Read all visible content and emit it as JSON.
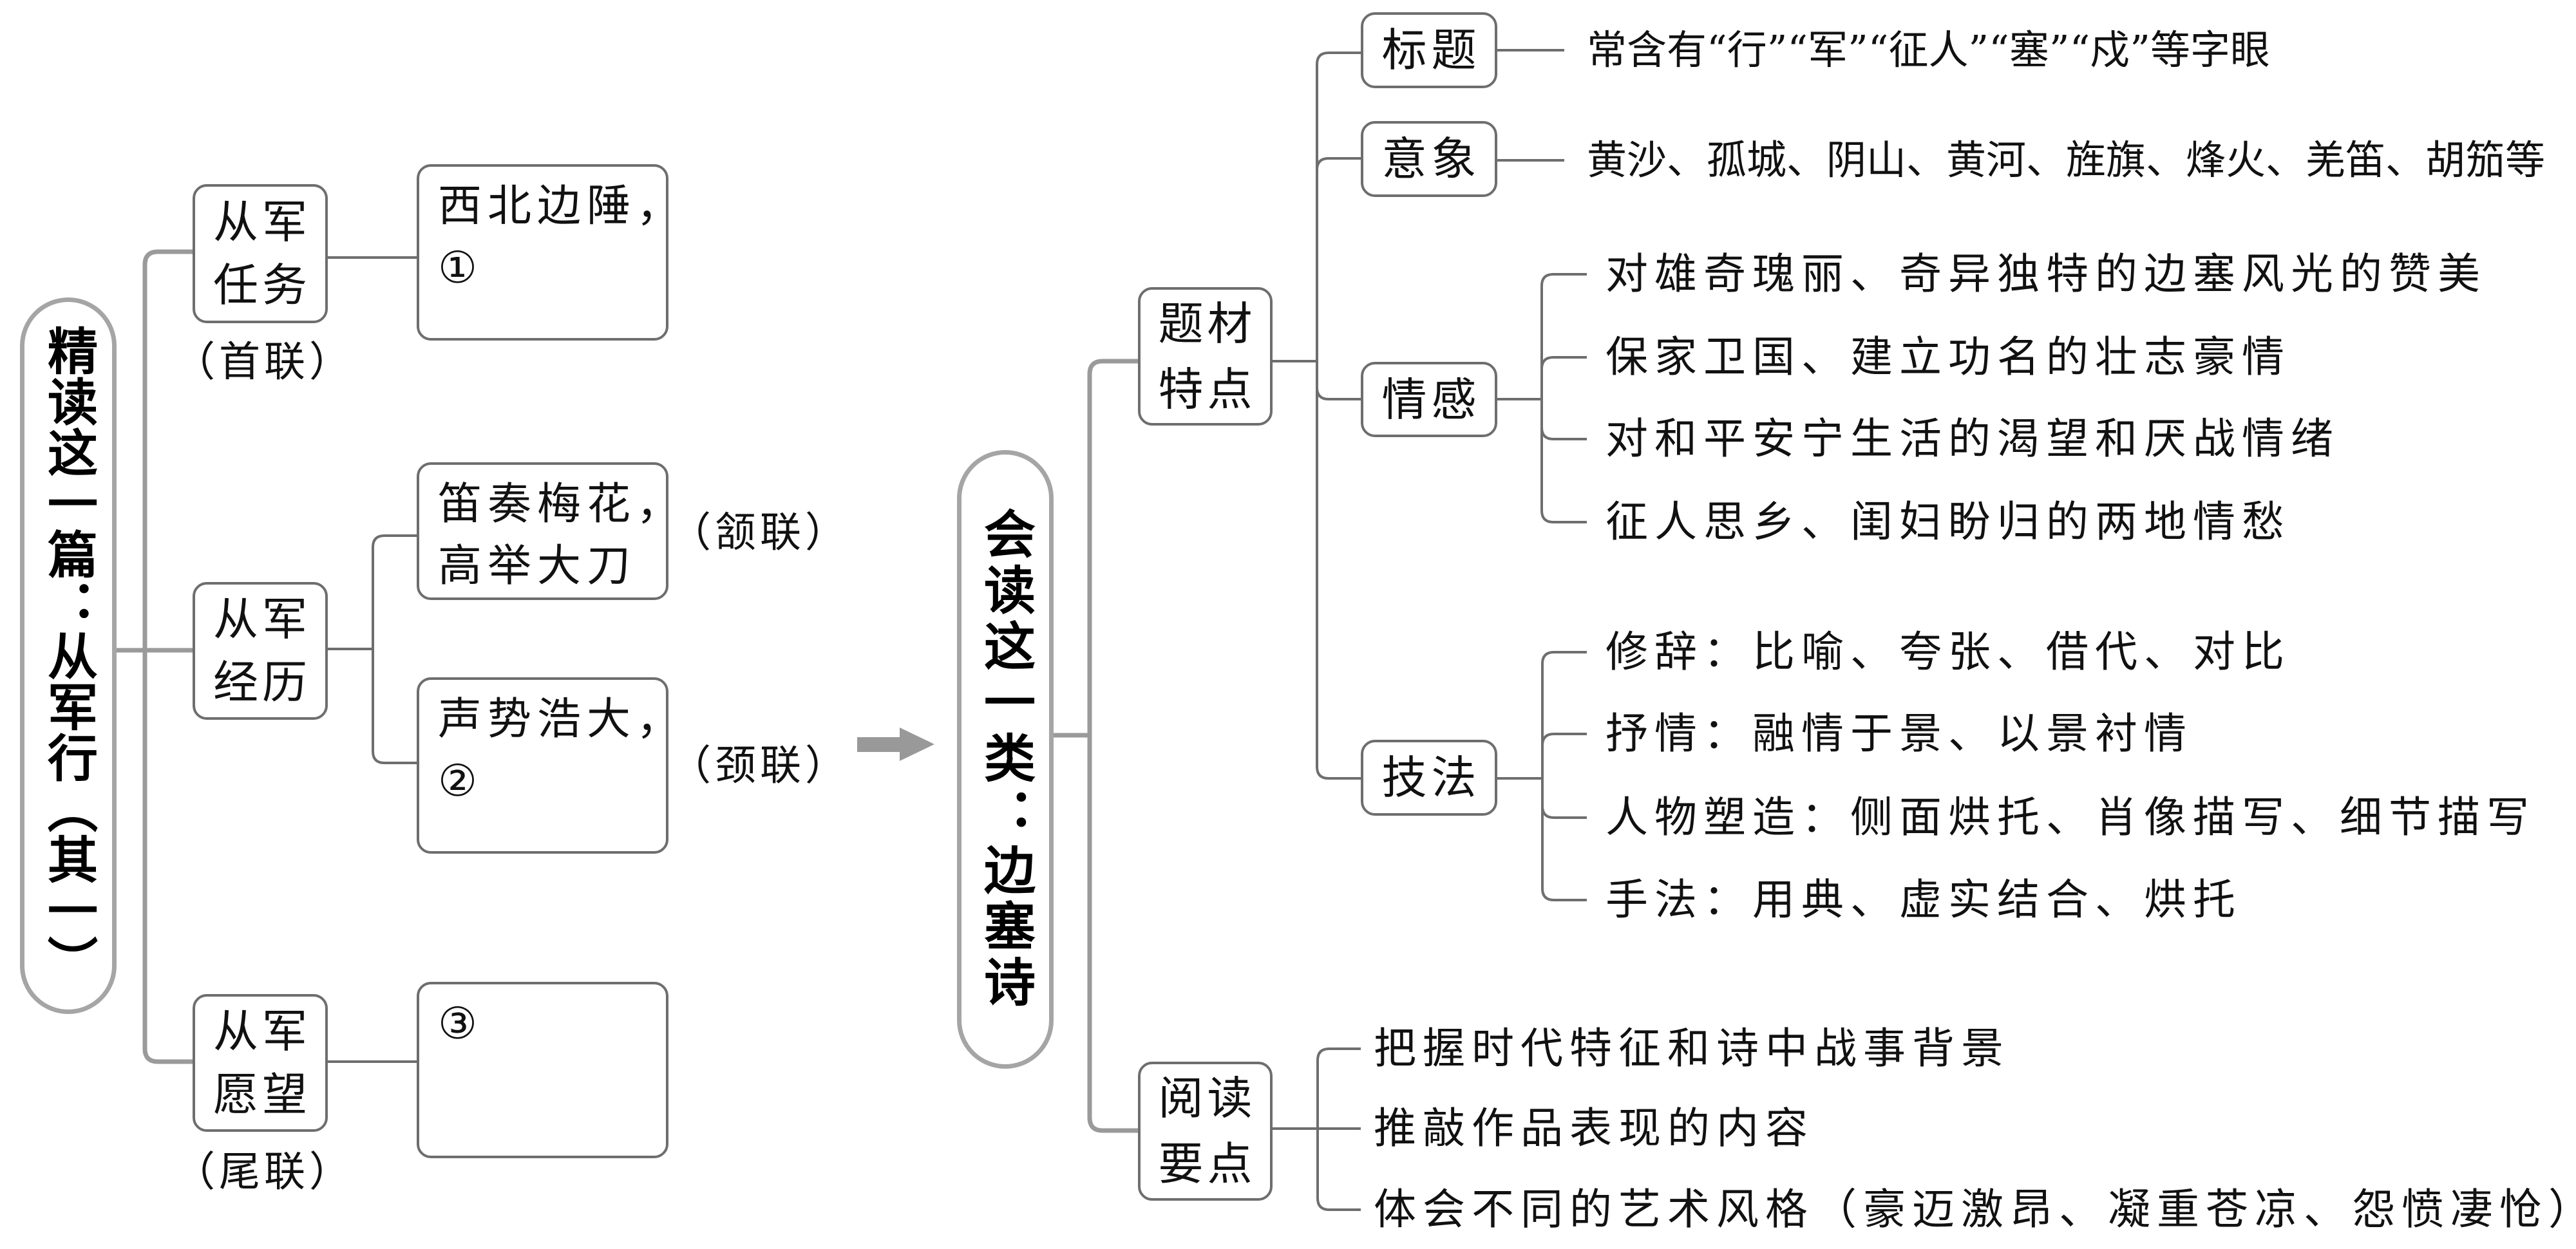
{
  "colors": {
    "box_border": "#6e6e6e",
    "branch_line": "#6e6e6e",
    "trunk_line": "#9a9a9a",
    "pill_border": "#a5a5a5",
    "arrow": "#999999",
    "text": "#111111",
    "background": "#ffffff"
  },
  "left": {
    "title": "精读这一篇：从军行（其一）",
    "branches": [
      {
        "label": [
          "从军",
          "任务"
        ],
        "couplet": "（首联）",
        "content": [
          "西北边陲，",
          "①"
        ]
      },
      {
        "label": [
          "从军",
          "经历"
        ],
        "children": [
          {
            "content": [
              "笛奏梅花，",
              "高举大刀"
            ],
            "couplet": "（颔联）"
          },
          {
            "content": [
              "声势浩大，",
              "②"
            ],
            "couplet": "（颈联）"
          }
        ]
      },
      {
        "label": [
          "从军",
          "愿望"
        ],
        "couplet": "（尾联）",
        "content": [
          "③"
        ]
      }
    ]
  },
  "transition": {
    "icon": "right-arrow"
  },
  "right": {
    "title": "会读这一类：边塞诗",
    "branches": [
      {
        "label": [
          "题材",
          "特点"
        ],
        "children": [
          {
            "label": "标题",
            "items": [
              "常含有“行”“军”“征人”“塞”“戍”等字眼"
            ]
          },
          {
            "label": "意象",
            "items": [
              "黄沙、孤城、阴山、黄河、旌旗、烽火、羌笛、胡笳等"
            ]
          },
          {
            "label": "情感",
            "items": [
              "对雄奇瑰丽、奇异独特的边塞风光的赞美",
              "保家卫国、建立功名的壮志豪情",
              "对和平安宁生活的渴望和厌战情绪",
              "征人思乡、闺妇盼归的两地情愁"
            ]
          },
          {
            "label": "技法",
            "items": [
              "修辞：比喻、夸张、借代、对比",
              "抒情：融情于景、以景衬情",
              "人物塑造：侧面烘托、肖像描写、细节描写",
              "手法：用典、虚实结合、烘托"
            ]
          }
        ]
      },
      {
        "label": [
          "阅读",
          "要点"
        ],
        "items": [
          "把握时代特征和诗中战事背景",
          "推敲作品表现的内容",
          "体会不同的艺术风格（豪迈激昂、凝重苍凉、怨愤凄怆）"
        ]
      }
    ]
  }
}
